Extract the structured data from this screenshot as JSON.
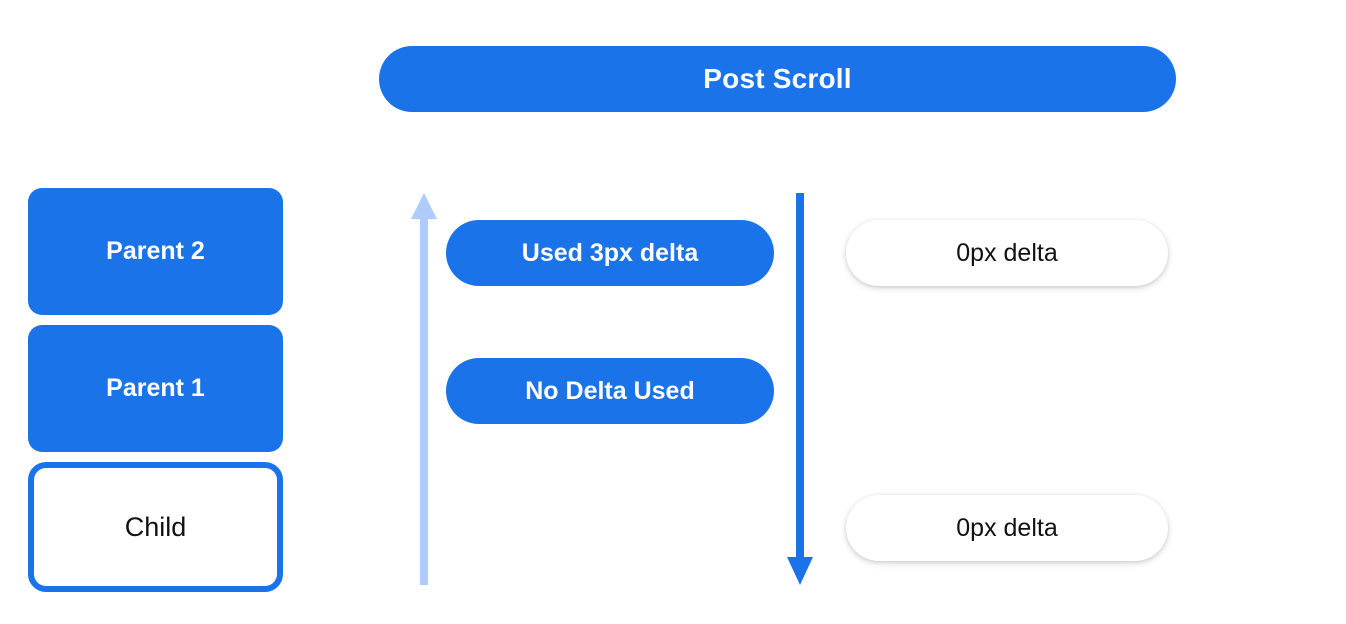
{
  "header": {
    "title": "Post Scroll"
  },
  "colors": {
    "brand_blue": "#1a73e8",
    "light_blue": "#aecbfa",
    "text_on_blue": "#ffffff",
    "text_dark": "#111111",
    "background": "#ffffff"
  },
  "left_stack": {
    "items": [
      {
        "label": "Parent 2",
        "style": "filled"
      },
      {
        "label": "Parent 1",
        "style": "filled"
      },
      {
        "label": "Child",
        "style": "outlined"
      }
    ]
  },
  "arrows": [
    {
      "name": "scroll-up-arrow",
      "direction": "up",
      "color": "#aecbfa"
    },
    {
      "name": "scroll-down-arrow",
      "direction": "down",
      "color": "#1a73e8"
    }
  ],
  "middle_column": {
    "pills": [
      {
        "label": "Used 3px delta"
      },
      {
        "label": "No Delta Used"
      }
    ]
  },
  "right_column": {
    "pills": [
      {
        "label": "0px delta"
      },
      {
        "label": "0px delta"
      }
    ]
  }
}
